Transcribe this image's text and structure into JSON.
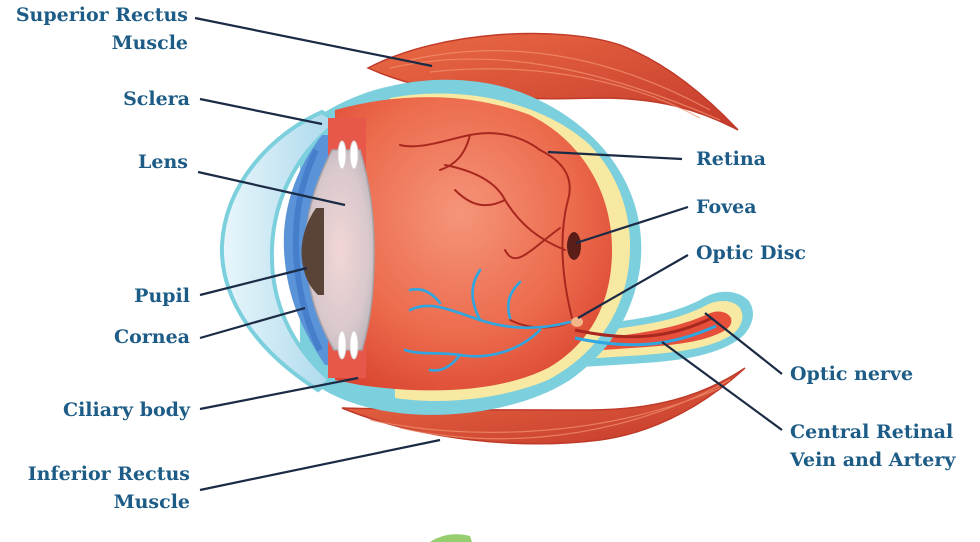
{
  "labels": {
    "superior_rectus": [
      "Superior Rectus",
      "Muscle"
    ],
    "sclera": "Sclera",
    "lens": "Lens",
    "pupil": "Pupil",
    "cornea": "Cornea",
    "ciliary_body": "Ciliary body",
    "inferior_rectus": [
      "Inferior Rectus",
      "Muscle"
    ],
    "retina": "Retina",
    "fovea": "Fovea",
    "optic_disc": "Optic Disc",
    "optic_nerve": "Optic nerve",
    "central_retinal": [
      "Central Retinal",
      "Vein and Artery"
    ]
  },
  "colors": {
    "label_text": "#1d5c86",
    "leader_line": "#1b2b45",
    "muscle": "#e0533a",
    "sclera": "#7ccfdc",
    "retina": "#f7e8a2",
    "vitreous": "#e6503b",
    "cornea": "#5b93d8",
    "lens": "#cfcfd3",
    "blood_vessel_red": "#a8281f",
    "blood_vessel_blue": "#2fa6e0"
  }
}
